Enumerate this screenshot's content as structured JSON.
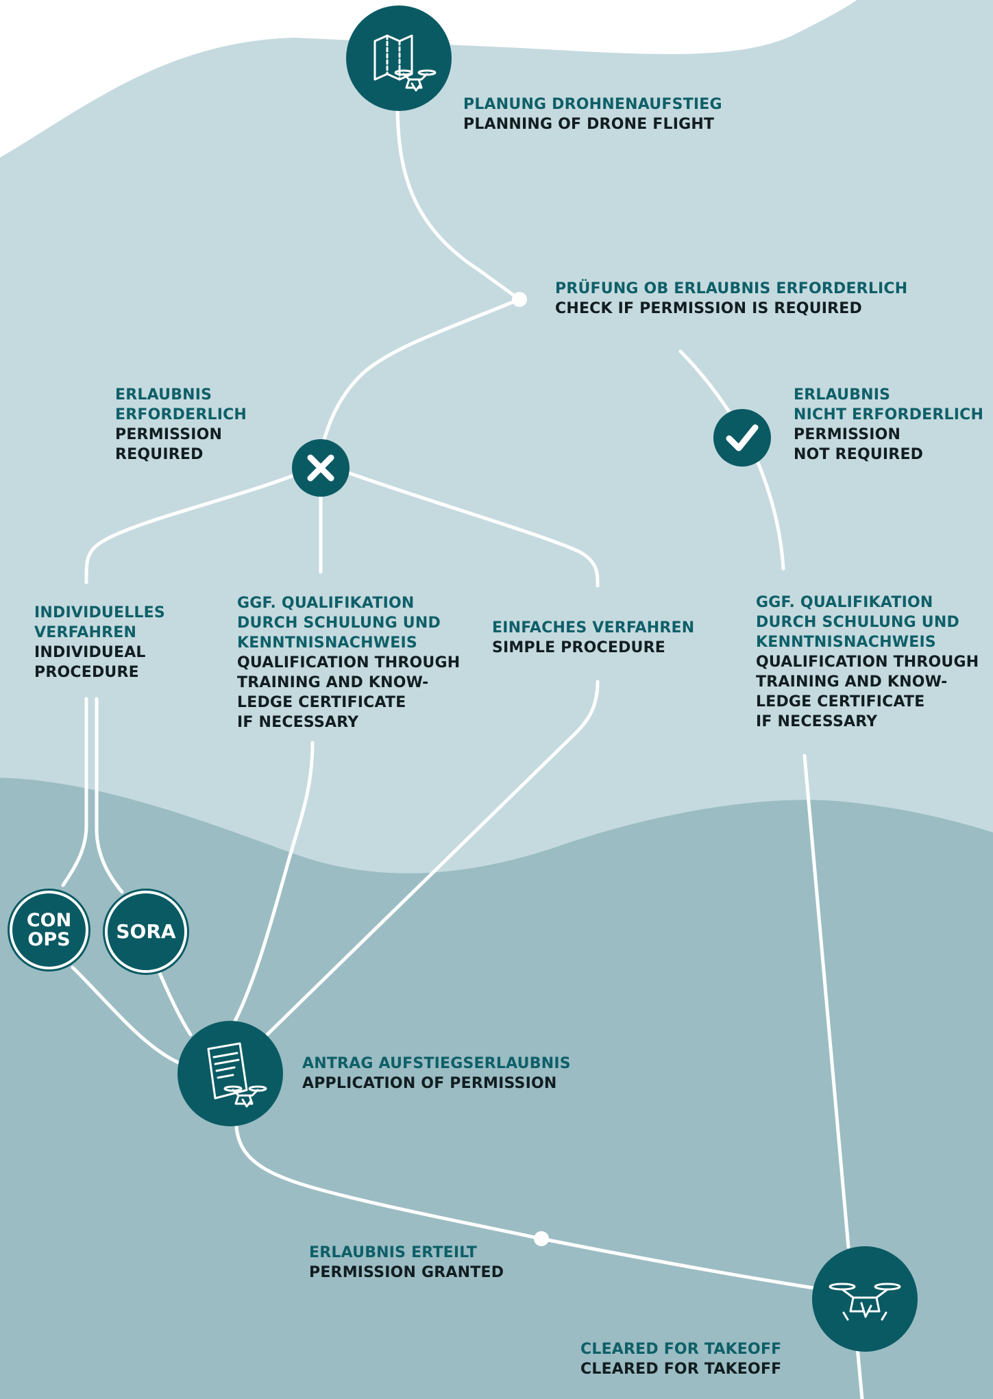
{
  "colors": {
    "bg_light": "#c5dadf",
    "bg_dark": "#9bbcc3",
    "node": "#0a5a63",
    "line": "#ffffff",
    "label_de": "#0e5f68",
    "label_en": "#111d20"
  },
  "steps": {
    "planning": {
      "de": "PLANUNG DROHNENAUFSTIEG",
      "en": "PLANNING OF DRONE FLIGHT"
    },
    "check": {
      "de": "PRÜFUNG OB ERLAUBNIS ERFORDERLICH",
      "en": "CHECK IF PERMISSION IS REQUIRED"
    },
    "required": {
      "de": "ERLAUBNIS\nERFORDERLICH",
      "en": "PERMISSION\nREQUIRED"
    },
    "not_required": {
      "de": "ERLAUBNIS\nNICHT ERFORDERLICH",
      "en": "PERMISSION\nNOT REQUIRED"
    },
    "individual": {
      "de": "INDIVIDUELLES\nVERFAHREN",
      "en": "INDIVIDUEAL\nPROCEDURE"
    },
    "qualification_left": {
      "de": "GGF. QUALIFIKATION\nDURCH SCHULUNG UND\nKENNTNISNACHWEIS",
      "en": "QUALIFICATION THROUGH\nTRAINING AND KNOW-\nLEDGE CERTIFICATE\nIF NECESSARY"
    },
    "simple": {
      "de": "EINFACHES VERFAHREN",
      "en": "SIMPLE PROCEDURE"
    },
    "qualification_right": {
      "de": "GGF. QUALIFIKATION\nDURCH SCHULUNG UND\nKENNTNISNACHWEIS",
      "en": "QUALIFICATION THROUGH\nTRAINING AND KNOW-\nLEDGE CERTIFICATE\nIF NECESSARY"
    },
    "application": {
      "de": "ANTRAG AUFSTIEGSERLAUBNIS",
      "en": "APPLICATION OF PERMISSION"
    },
    "granted": {
      "de": "ERLAUBNIS ERTEILT",
      "en": "PERMISSION GRANTED"
    },
    "cleared": {
      "de": "CLEARED FOR TAKEOFF",
      "en": "CLEARED FOR TAKEOFF"
    }
  },
  "badges": {
    "conops": "CON\nOPS",
    "sora": "SORA"
  }
}
